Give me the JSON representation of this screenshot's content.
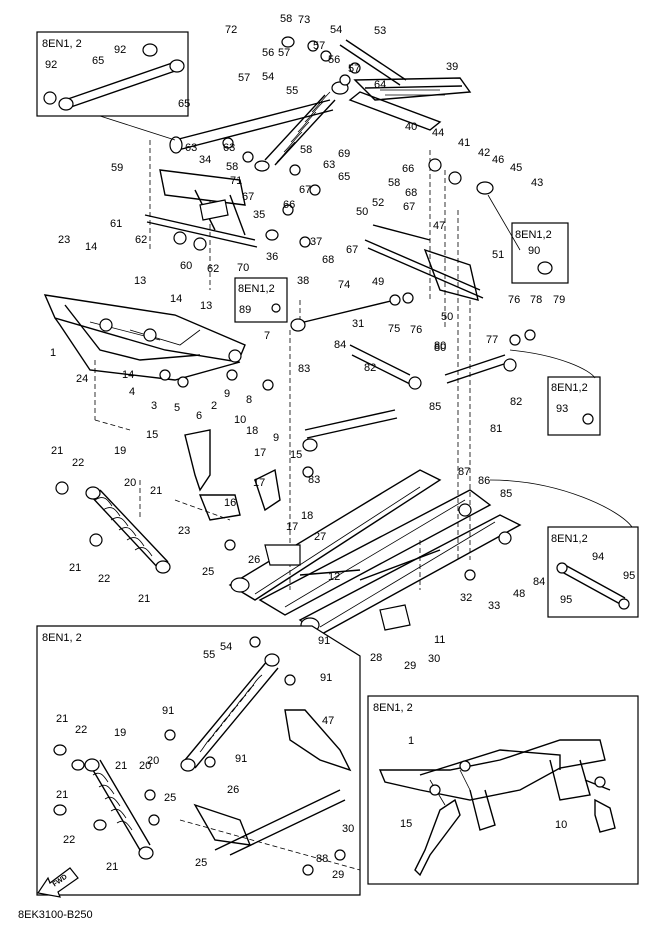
{
  "diagram_code": "8EK3100-B250",
  "fwd_label": "FWD",
  "inset_boxes": {
    "top_left": "8EN1, 2",
    "right_90": "8EN1,2",
    "mid_89": "8EN1,2",
    "right_93": "8EN1,2",
    "right_94": "8EN1,2",
    "bottom_left": "8EN1, 2",
    "bottom_right": "8EN1, 2"
  },
  "callouts": {
    "main": [
      "72",
      "58",
      "73",
      "54",
      "57",
      "56",
      "57",
      "53",
      "57",
      "54",
      "57",
      "56",
      "55",
      "64",
      "39",
      "65",
      "63",
      "58",
      "58",
      "40",
      "44",
      "63",
      "34",
      "71",
      "69",
      "66",
      "41",
      "42",
      "46",
      "45",
      "43",
      "59",
      "67",
      "58",
      "63",
      "65",
      "68",
      "67",
      "35",
      "66",
      "50",
      "52",
      "67",
      "61",
      "62",
      "37",
      "67",
      "47",
      "23",
      "14",
      "60",
      "62",
      "70",
      "36",
      "38",
      "68",
      "51",
      "13",
      "49",
      "14",
      "74",
      "76",
      "78",
      "79",
      "13",
      "50",
      "75",
      "76",
      "7",
      "31",
      "80",
      "77",
      "1",
      "14",
      "84",
      "82",
      "24",
      "4",
      "3",
      "5",
      "6",
      "2",
      "9",
      "83",
      "80",
      "8",
      "10",
      "18",
      "9",
      "82",
      "15",
      "81",
      "85",
      "17",
      "15",
      "21",
      "22",
      "19",
      "20",
      "21",
      "87",
      "86",
      "17",
      "23",
      "16",
      "17",
      "85",
      "83",
      "18",
      "21",
      "22",
      "27",
      "84",
      "94",
      "95",
      "25",
      "26",
      "12",
      "32",
      "33",
      "48",
      "95",
      "21",
      "11",
      "30",
      "28",
      "29"
    ],
    "bottom_left": [
      "54",
      "91",
      "55",
      "91",
      "91",
      "47",
      "21",
      "22",
      "19",
      "20",
      "91",
      "21",
      "20",
      "21",
      "25",
      "26",
      "30",
      "22",
      "21",
      "25",
      "88",
      "29"
    ],
    "bottom_right": [
      "1",
      "15",
      "10"
    ],
    "inset_tl": [
      "92",
      "92",
      "65"
    ],
    "inset_90": [
      "90"
    ],
    "inset_89": [
      "89"
    ],
    "inset_93": [
      "93"
    ]
  }
}
